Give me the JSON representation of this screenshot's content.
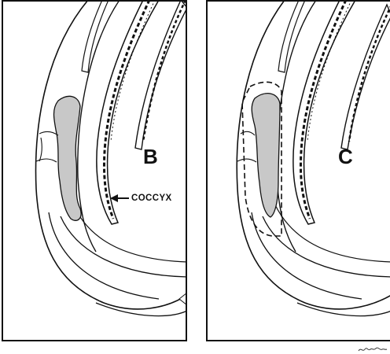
{
  "panels": [
    {
      "id": "B",
      "label": "B"
    },
    {
      "id": "C",
      "label": "C"
    }
  ],
  "annotations": {
    "coccyx": "COCCYX"
  },
  "colors": {
    "ink": "#111111",
    "abscess_fill": "#c8c8c8",
    "background": "#ffffff"
  },
  "icons": [
    "arrow-left-icon",
    "signature-icon"
  ]
}
